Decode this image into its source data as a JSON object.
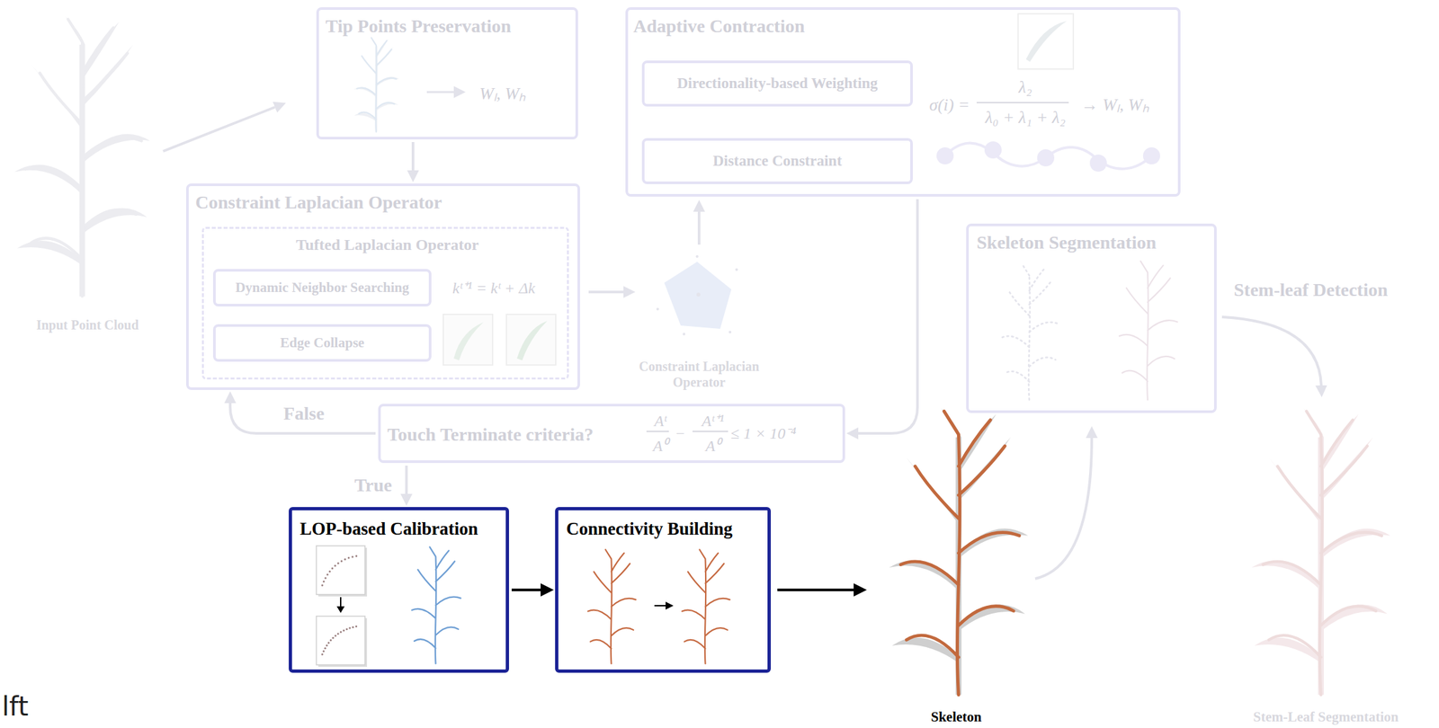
{
  "diagram": {
    "nodes": [
      {
        "text": [
          "Tip Points Preservation",
          "Wₗ,  Wₕ"
        ]
      },
      {
        "text": [
          "Adaptive Contraction",
          "σ(i) =",
          "λ₂",
          "λ₀ + λ₁ + λ₂",
          "→ Wₗ,  Wₕ"
        ]
      },
      {
        "text": [
          "Directionality-based Weighting"
        ],
        "in": 1
      },
      {
        "text": [
          "Distance Constraint"
        ],
        "in": 1
      },
      {
        "text": [
          "Constraint Laplacian Operator"
        ]
      },
      {
        "text": [
          "Tufted Laplacian Operator",
          "kᵗ⁺¹ = kᵗ + Δk"
        ],
        "in": 4
      },
      {
        "text": [
          "Dynamic Neighbor Searching"
        ],
        "in": 5
      },
      {
        "text": [
          "Edge Collapse"
        ],
        "in": 5
      },
      {
        "text": [
          "Skeleton Segmentation"
        ]
      },
      {
        "text": [
          "Touch Terminate criteria?",
          "Aᵗ",
          "A⁰",
          "−",
          "Aᵗ⁺¹",
          "A⁰",
          "≤ 1 × 10⁻⁴"
        ]
      },
      {
        "text": [
          "LOP-based Calibration"
        ]
      },
      {
        "text": [
          "Connectivity Building"
        ]
      }
    ],
    "edges": [
      {
        "from": 0,
        "to": 4,
        "arrow": "to"
      },
      {
        "from": 1,
        "to": 9,
        "arrow": "to"
      },
      {
        "from": 9,
        "to": 4,
        "label": "False",
        "arrow": "to"
      },
      {
        "from": 9,
        "to": 10,
        "label": "True",
        "arrow": "to"
      },
      {
        "from": 10,
        "to": 11,
        "arrow": "to"
      }
    ],
    "labels": [
      "Input Point Cloud",
      "Constraint Laplacian Operator",
      "Stem-leaf Detection",
      "Skeleton",
      "Stem-Leaf Segmentation",
      "lft"
    ]
  }
}
